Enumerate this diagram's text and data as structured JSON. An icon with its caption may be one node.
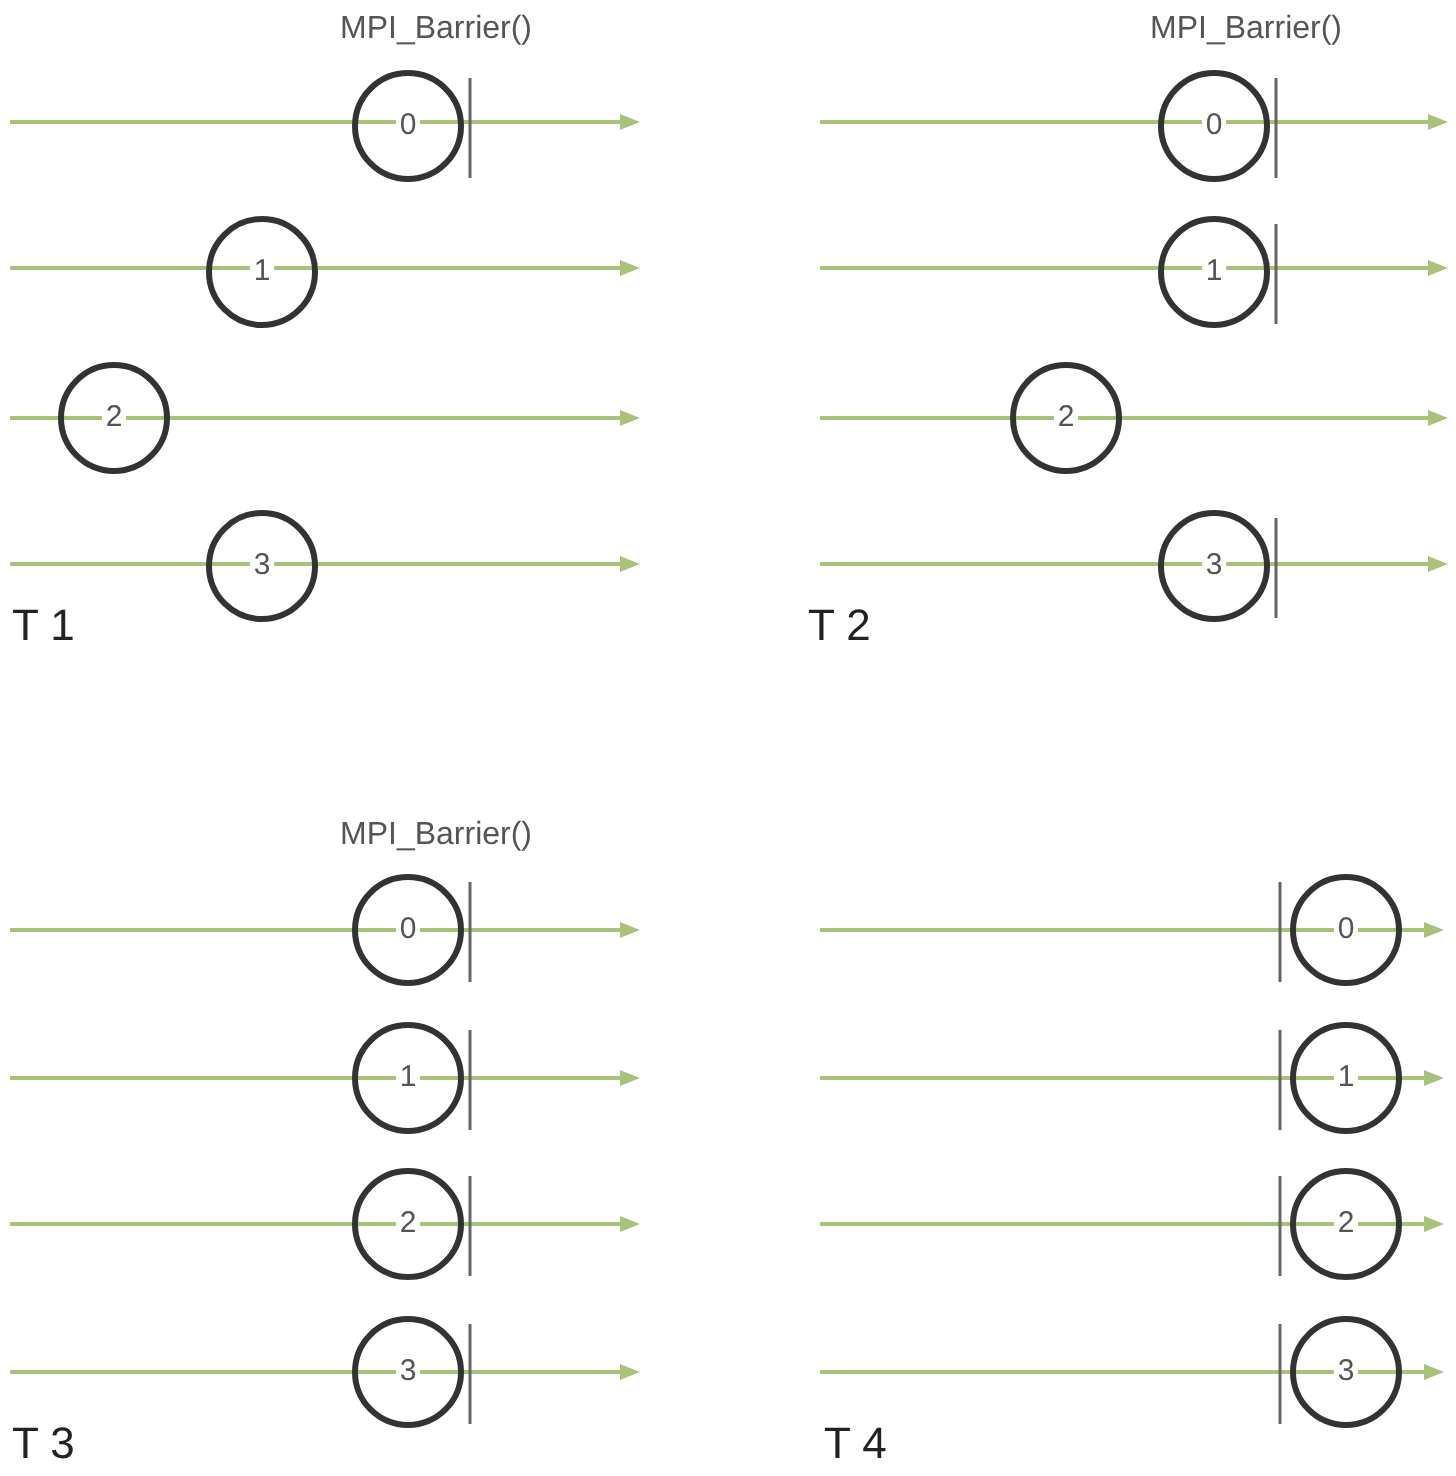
{
  "diagram": {
    "nodes": [
      {
        "text": [
          "0"
        ]
      },
      {
        "text": [
          "1"
        ]
      },
      {
        "text": [
          "2"
        ]
      },
      {
        "text": [
          "3"
        ]
      },
      {
        "text": [
          "0"
        ]
      },
      {
        "text": [
          "1"
        ]
      },
      {
        "text": [
          "2"
        ]
      },
      {
        "text": [
          "3"
        ]
      },
      {
        "text": [
          "0"
        ]
      },
      {
        "text": [
          "1"
        ]
      },
      {
        "text": [
          "2"
        ]
      },
      {
        "text": [
          "3"
        ]
      },
      {
        "text": [
          "0"
        ]
      },
      {
        "text": [
          "1"
        ]
      },
      {
        "text": [
          "2"
        ]
      },
      {
        "text": [
          "3"
        ]
      }
    ],
    "labels": [
      "MPI_Barrier()",
      "MPI_Barrier()",
      "T 1",
      "T 2",
      "MPI_Barrier()",
      "T 3",
      "T 4"
    ]
  }
}
